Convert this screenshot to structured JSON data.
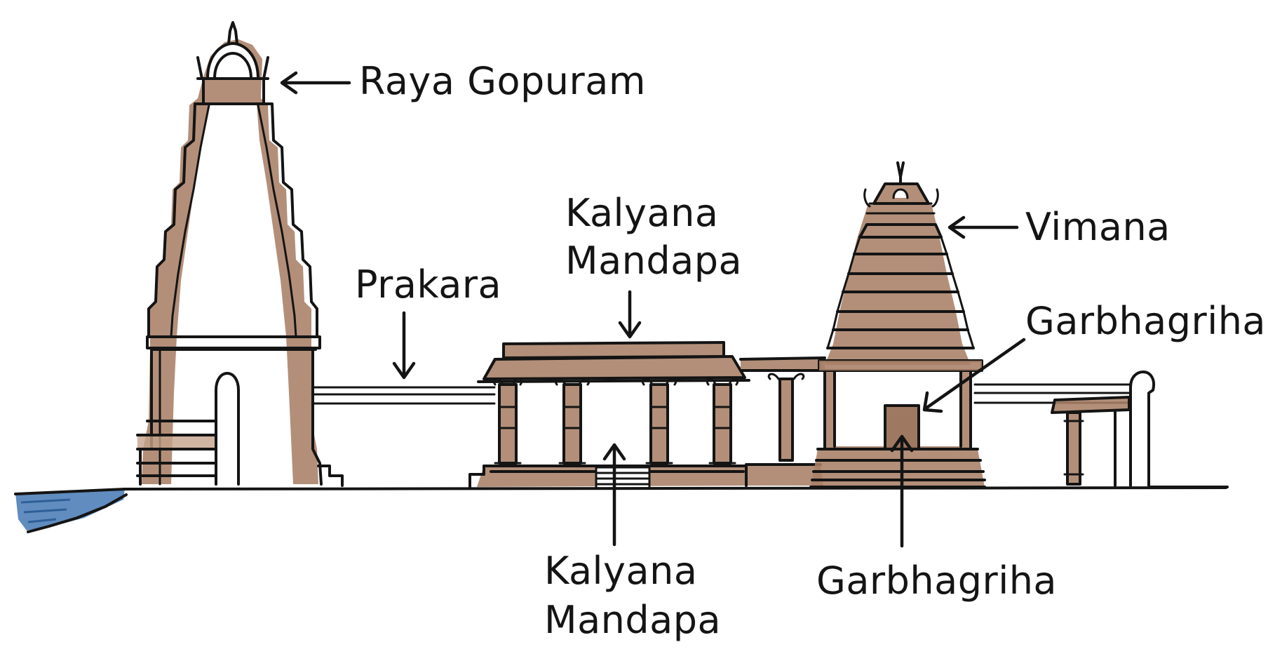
{
  "labels": {
    "raya_gopuram": "Raya Gopuram",
    "prakara": "Prakara",
    "kalyana_mandapa_top_line1": "Kalyana",
    "kalyana_mandapa_top_line2": "Mandapa",
    "vimana": "Vimana",
    "garbhagriha_right": "Garbhagriha",
    "kalyana_mandapa_bottom_line1": "Kalyana",
    "kalyana_mandapa_bottom_line2": "Mandapa",
    "garbhagriha_bottom": "Garbhagriha"
  },
  "colors": {
    "ink": "#141414",
    "stone_wash": "#a98066",
    "water": "#4f7fb8",
    "background": "#ffffff"
  }
}
